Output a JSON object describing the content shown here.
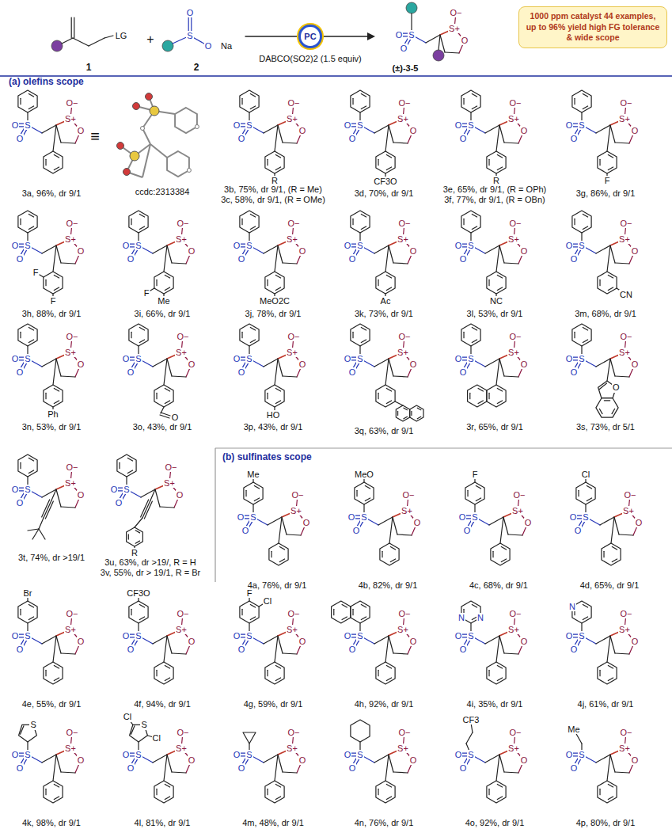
{
  "diagram": {
    "nodes": [
      {
        "text": [
          "PC"
        ]
      },
      {
        "text": [
          "1000 ppm catalyst 44 examples, up to 96% yield high FG tolerance & wide scope"
        ]
      }
    ],
    "edges": [],
    "labels": [
      "LG",
      "1",
      "+",
      "S",
      "O",
      "O",
      "Na",
      "2",
      "DABCO(SO2)2 (1.5 equiv)",
      "O",
      "S",
      "O",
      "O−",
      "S+",
      "O",
      "(±)-3-5",
      "(a) olefins scope",
      "3a, 96%, dr 9/1",
      "O",
      "S",
      "O",
      "O−",
      "S+",
      "O",
      "≡",
      "ccdc:2313384",
      "3b, 75%, dr 9/1, (R = Me)",
      "3c, 58%, dr 9/1, (R = OMe)",
      "O",
      "S",
      "O",
      "O−",
      "S+",
      "O",
      "R",
      "3d, 70%, dr 9/1",
      "O",
      "S",
      "O",
      "O−",
      "S+",
      "O",
      "CF3O",
      "3e, 65%, dr 9/1, (R = OPh)",
      "3f, 77%, dr 9/1, (R = OBn)",
      "O",
      "S",
      "O",
      "O−",
      "S+",
      "O",
      "R",
      "3g, 86%, dr 9/1",
      "O",
      "S",
      "O",
      "O−",
      "S+",
      "O",
      "F",
      "3h, 88%, dr 9/1",
      "O",
      "S",
      "O",
      "O−",
      "S+",
      "O",
      "F",
      "F",
      "3i, 66%, dr 9/1",
      "O",
      "S",
      "O",
      "O−",
      "S+",
      "O",
      "F",
      "Me",
      "3j, 78%, dr 9/1",
      "O",
      "S",
      "O",
      "O−",
      "S+",
      "O",
      "MeO2C",
      "3k, 73%, dr 9/1",
      "O",
      "S",
      "O",
      "O−",
      "S+",
      "O",
      "Ac",
      "3l, 53%, dr 9/1",
      "O",
      "S",
      "O",
      "O−",
      "S+",
      "O",
      "NC",
      "3m, 68%, dr 9/1",
      "O",
      "S",
      "O",
      "O−",
      "S+",
      "O",
      "CN",
      "3n, 53%, dr 9/1",
      "O",
      "S",
      "O",
      "O−",
      "S+",
      "O",
      "Ph",
      "3o, 43%, dr 9/1",
      "O",
      "S",
      "O",
      "O−",
      "S+",
      "O",
      "O",
      "3p, 43%, dr 9/1",
      "O",
      "S",
      "O",
      "O−",
      "S+",
      "O",
      "HO",
      "3q, 63%, dr 9/1",
      "O",
      "S",
      "O",
      "O−",
      "S+",
      "O",
      "3r, 65%, dr 9/1",
      "O",
      "S",
      "O",
      "O−",
      "S+",
      "O",
      "3s, 73%, dr 5/1",
      "O",
      "S",
      "O",
      "O−",
      "S+",
      "O",
      "O",
      "3t, 74%, dr >19/1",
      "O",
      "S",
      "O",
      "O−",
      "S+",
      "O",
      "3u, 63%, dr >19/, R = H",
      "3v, 55%, dr > 19/1, R = Br",
      "O",
      "S",
      "O",
      "O−",
      "S+",
      "O",
      "R",
      "(b) sulfinates scope",
      "4a, 76%, dr 9/1",
      "O",
      "S",
      "O",
      "O−",
      "S+",
      "O",
      "Me",
      "4b, 82%, dr 9/1",
      "O",
      "S",
      "O",
      "O−",
      "S+",
      "O",
      "MeO",
      "4c, 68%, dr 9/1",
      "O",
      "S",
      "O",
      "O−",
      "S+",
      "O",
      "F",
      "4d, 65%, dr 9/1",
      "O",
      "S",
      "O",
      "O−",
      "S+",
      "O",
      "Cl",
      "4e, 55%, dr 9/1",
      "O",
      "S",
      "O",
      "O−",
      "S+",
      "O",
      "Br",
      "4f, 94%, dr 9/1",
      "O",
      "S",
      "O",
      "O−",
      "S+",
      "O",
      "CF3O",
      "4g, 59%, dr 9/1",
      "O",
      "S",
      "O",
      "O−",
      "S+",
      "O",
      "F",
      "Cl",
      "4h, 92%, dr 9/1",
      "O",
      "S",
      "O",
      "O−",
      "S+",
      "O",
      "4i, 35%, dr 9/1",
      "O",
      "S",
      "O",
      "O−",
      "S+",
      "O",
      "N",
      "N",
      "4j, 61%, dr 9/1",
      "O",
      "S",
      "O",
      "O−",
      "S+",
      "O",
      "N",
      "4k, 98%, dr 9/1",
      "O",
      "S",
      "O",
      "O−",
      "S+",
      "O",
      "S",
      "4l, 81%, dr 9/1",
      "O",
      "S",
      "O",
      "O−",
      "S+",
      "O",
      "Cl",
      "S",
      "Cl",
      "4m, 48%, dr 9/1",
      "O",
      "S",
      "O",
      "O−",
      "S+",
      "O",
      "4n, 76%, dr 9/1",
      "O",
      "S",
      "O",
      "O−",
      "S+",
      "O",
      "4o, 92%, dr 9/1",
      "O",
      "S",
      "O",
      "O−",
      "S+",
      "O",
      "CF3",
      "4p, 80%, dr 9/1",
      "O",
      "S",
      "O",
      "O−",
      "S+",
      "O",
      "Me"
    ]
  }
}
